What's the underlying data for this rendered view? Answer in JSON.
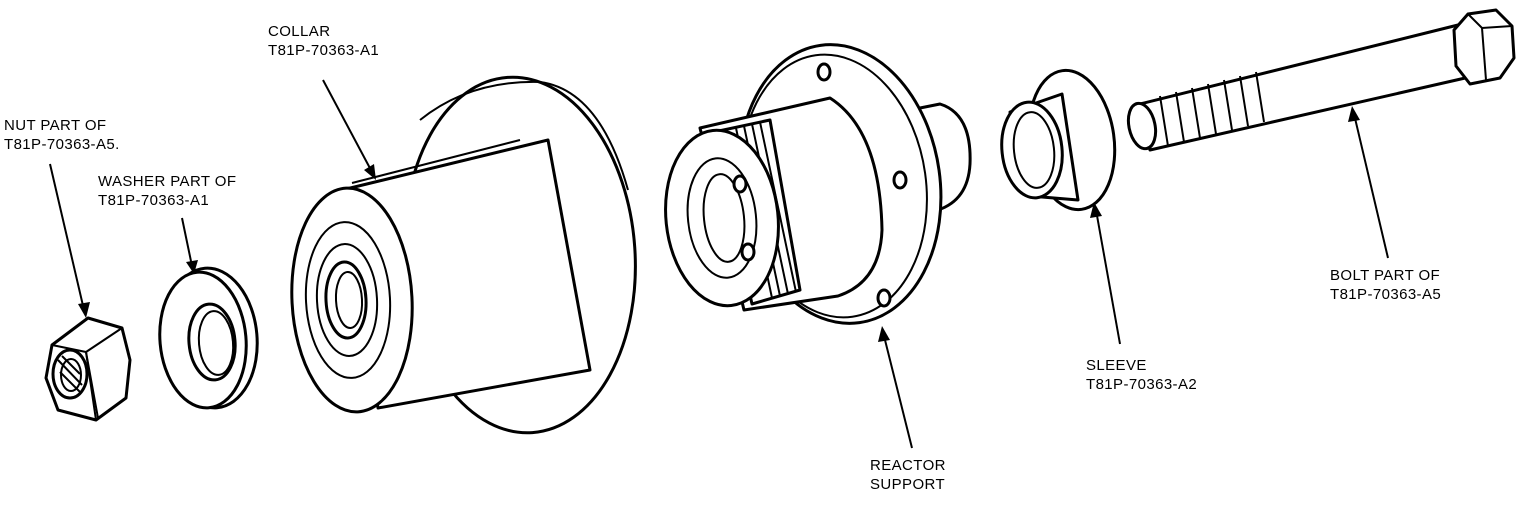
{
  "labels": {
    "collar": [
      "COLLAR",
      "T81P-70363-A1"
    ],
    "nut": [
      "NUT PART OF",
      "T81P-70363-A5."
    ],
    "washer": [
      "WASHER PART OF",
      "T81P-70363-A1"
    ],
    "reactor_support": [
      "REACTOR",
      "SUPPORT"
    ],
    "sleeve": [
      "SLEEVE",
      "T81P-70363-A2"
    ],
    "bolt": [
      "BOLT PART OF",
      "T81P-70363-A5"
    ]
  },
  "colors": {
    "line": "#000000",
    "background": "#ffffff"
  }
}
